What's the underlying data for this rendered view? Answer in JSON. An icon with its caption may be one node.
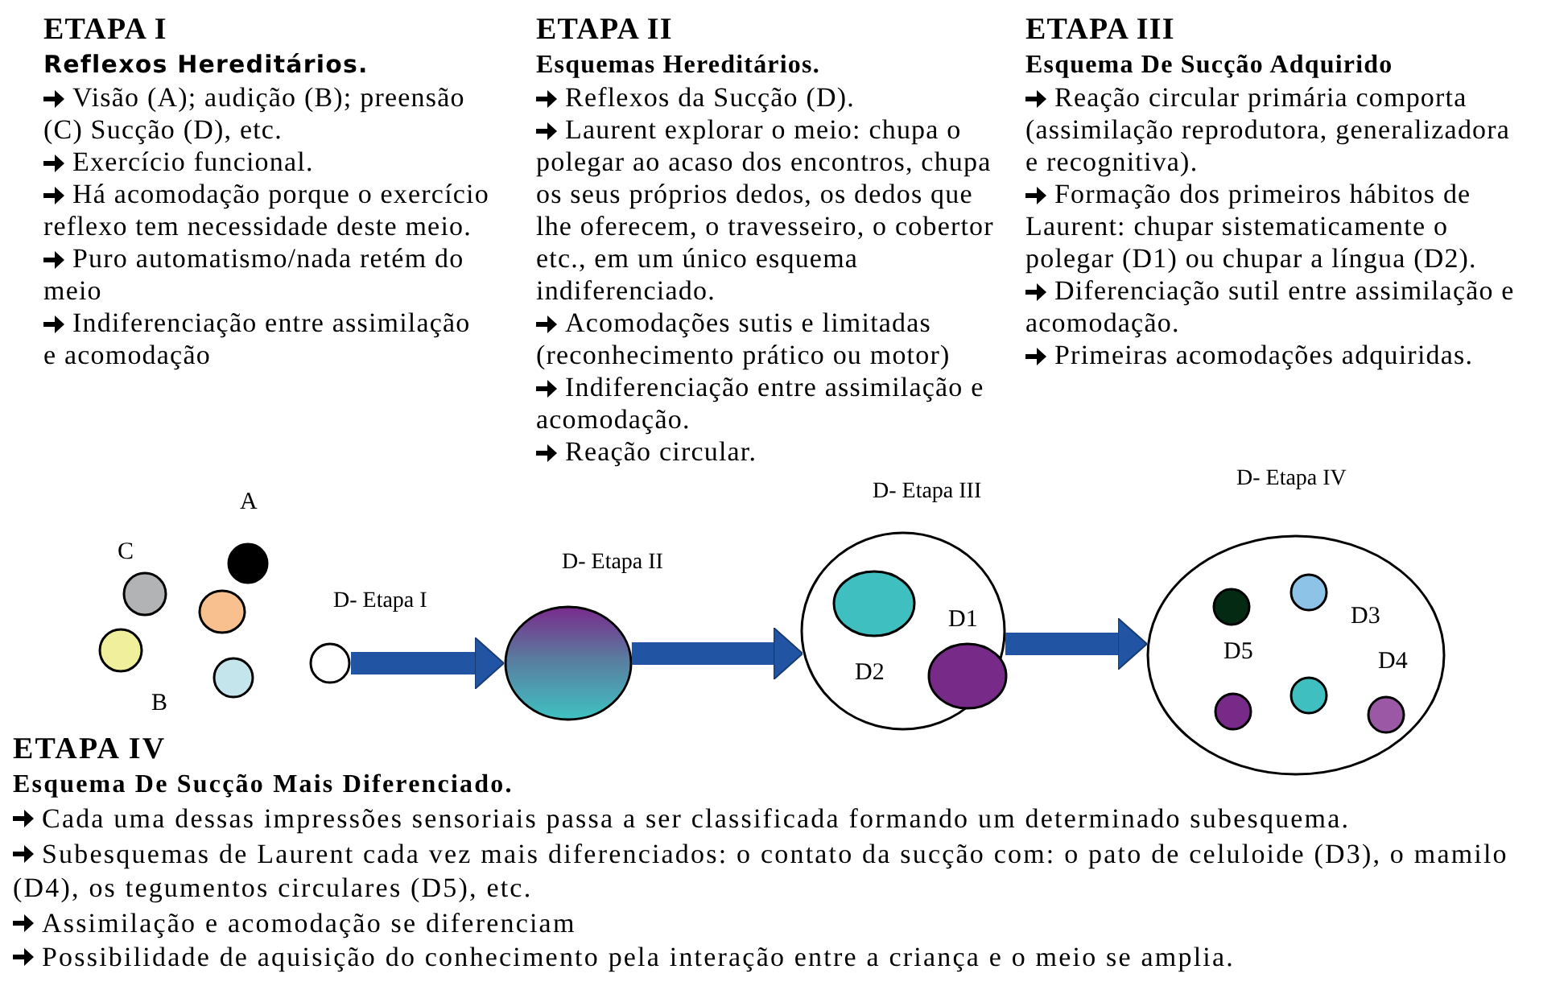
{
  "diagram": {
    "nodes": [
      {
        "text": [],
        "shape": "circle"
      },
      {
        "text": [],
        "shape": "circle"
      },
      {
        "text": [],
        "shape": "circle"
      },
      {
        "text": [],
        "shape": "circle"
      },
      {
        "text": [],
        "shape": "circle"
      },
      {
        "text": [],
        "shape": "circle",
        "beside": [
          "D- Etapa I"
        ]
      },
      {
        "text": [],
        "shape": "circle",
        "beside": [
          "D- Etapa II"
        ]
      },
      {
        "text": [],
        "shape": "circle",
        "beside": [
          "D- Etapa III"
        ]
      },
      {
        "text": [],
        "shape": "circle",
        "in": 7
      },
      {
        "text": [],
        "shape": "circle",
        "in": 7
      },
      {
        "text": [],
        "shape": "circle",
        "beside": [
          "D- Etapa IV"
        ]
      },
      {
        "text": [],
        "shape": "circle",
        "in": 10
      },
      {
        "text": [],
        "shape": "circle",
        "in": 10
      },
      {
        "text": [],
        "shape": "circle",
        "in": 10
      },
      {
        "text": [],
        "shape": "circle",
        "in": 10
      },
      {
        "text": [],
        "shape": "circle",
        "in": 10
      }
    ],
    "edges": [
      {
        "from": 5,
        "to": 6,
        "arrow": "to"
      },
      {
        "from": 6,
        "to": 7,
        "arrow": "to"
      },
      {
        "from": 7,
        "to": 10,
        "arrow": "to"
      }
    ],
    "labels": [
      "ETAPA I",
      "Reflexos Hereditários.",
      "Visão (A); audição (B); preensão (C) Sucção (D), etc.",
      "Exercício funcional.",
      "Há acomodação porque o exercício reflexo tem necessidade deste meio.",
      "Puro automatismo/nada retém do meio",
      "Indiferenciação entre assimilação e acomodação",
      "ETAPA II",
      "Esquemas Hereditários.",
      "Reflexos da Sucção (D).",
      "Laurent explorar o meio: chupa o polegar ao acaso dos encontros, chupa os seus próprios dedos, os dedos que lhe oferecem, o travesseiro, o cobertor etc., em um único esquema indiferenciado.",
      "Acomodações sutis e limitadas (reconhecimento prático ou motor)",
      "Indiferenciação entre assimilação e acomodação.",
      "Reação circular.",
      "ETAPA III",
      "Esquema De Sucção Adquirido",
      "Reação circular primária comporta (assimilação reprodutora, generalizadora e recognitiva).",
      "Formação dos primeiros hábitos de Laurent: chupar sistematicamente o polegar (D1) ou chupar a língua (D2).",
      "Diferenciação sutil entre assimilação e acomodação.",
      "Primeiras acomodações adquiridas.",
      "A",
      "C",
      "B",
      "D1",
      "D2",
      "D3",
      "D5",
      "D4",
      "ETAPA IV",
      "Esquema De Sucção Mais Diferenciado.",
      "Cada uma dessas impressões sensoriais passa a ser classificada formando um determinado subesquema.",
      "Subesquemas de Laurent cada vez mais diferenciados: o contato da sucção com: o pato de celuloide (D3), o mamilo (D4), os tegumentos circulares (D5), etc.",
      "Assimilação e acomodação se diferenciam",
      "Possibilidade de aquisição do conhecimento pela interação entre a criança e o meio se amplia."
    ]
  }
}
